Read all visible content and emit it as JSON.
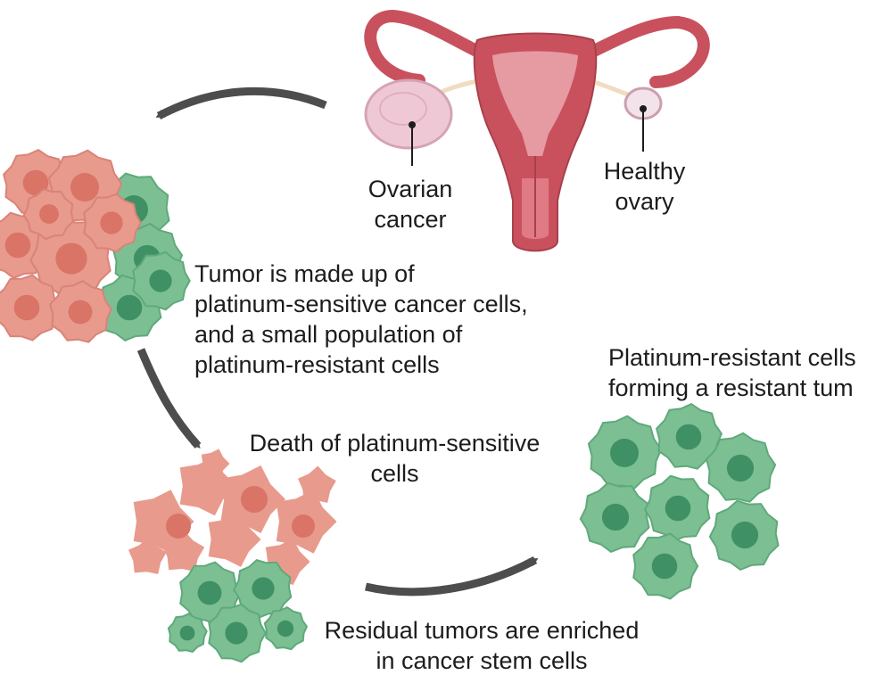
{
  "labels": {
    "ovarian_cancer": [
      "Ovarian",
      "cancer"
    ],
    "healthy_ovary": [
      "Healthy",
      "ovary"
    ],
    "tumor_description": [
      "Tumor is made up of",
      "platinum-sensitive cancer cells,",
      "and a small population of",
      "platinum-resistant cells"
    ],
    "death_step": [
      "Death of platinum-sensitive",
      "cells"
    ],
    "residual_step": [
      "Residual tumors are enriched",
      "in cancer stem cells"
    ],
    "resistant_step": [
      "Platinum-resistant cells",
      "forming a resistant tum"
    ]
  },
  "colors": {
    "sensitive_cell": "#e89a8c",
    "sensitive_nucleus": "#d97466",
    "resistant_cell": "#7cbf93",
    "resistant_nucleus": "#3f9165",
    "uterus": "#c9515e",
    "uterus_inner": "#e69aa2",
    "ovary_cancer": "#efc8d6",
    "arrow": "#4d4d4d"
  }
}
